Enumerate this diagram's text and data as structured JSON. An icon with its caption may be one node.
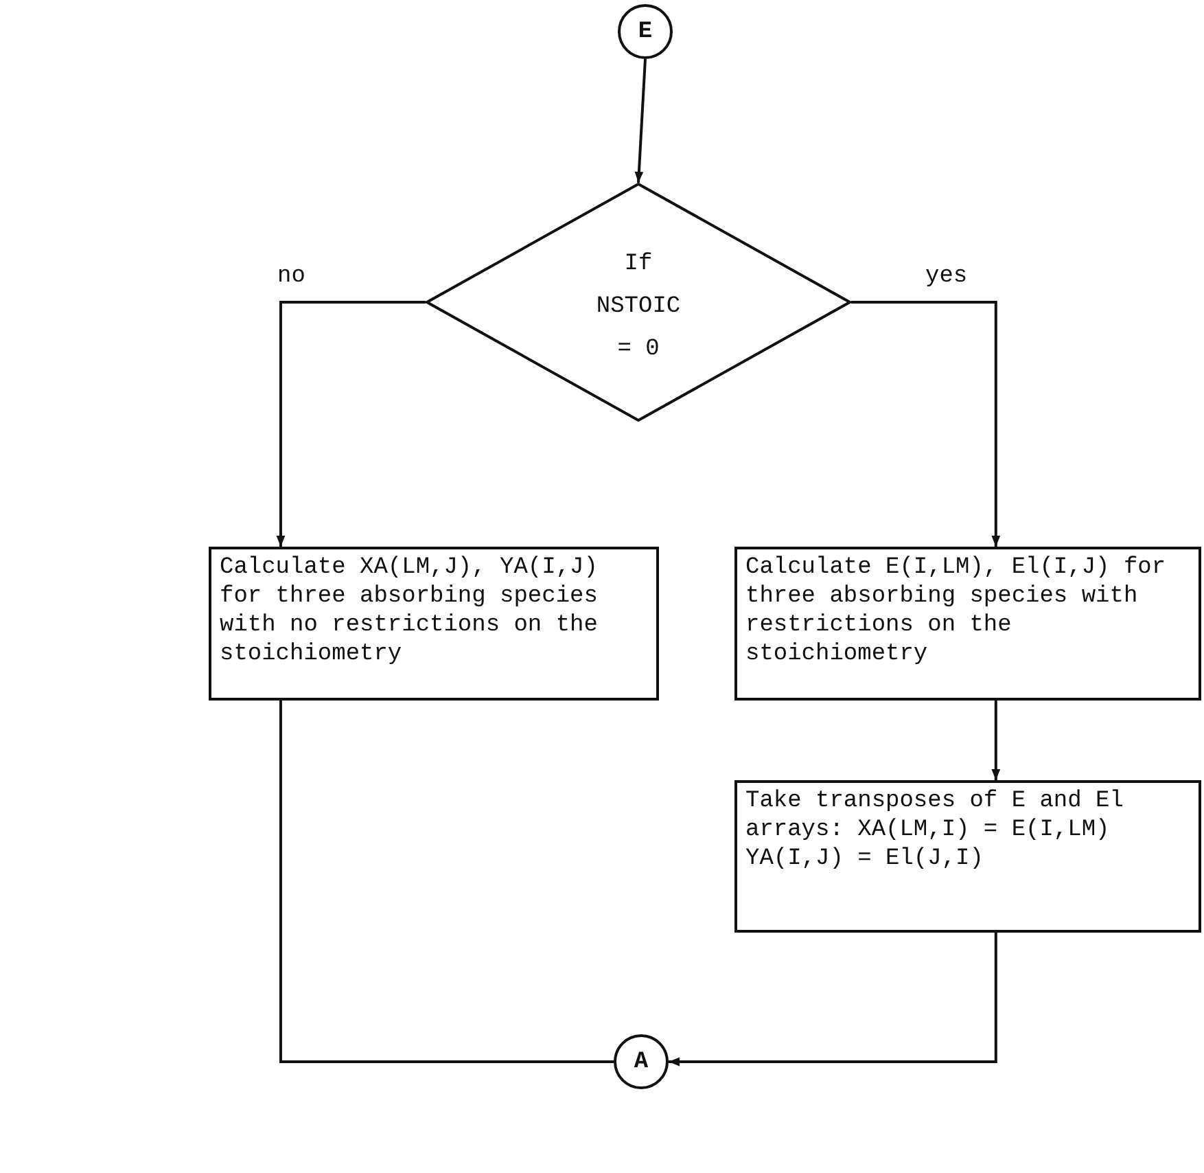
{
  "diagram": {
    "nodes": [
      {
        "text": [
          "E"
        ]
      },
      {
        "text": [
          "If NSTOIC = 0"
        ]
      },
      {
        "text": [
          "Calculate XA(LM,J), YA(I,J) for three absorbing species with no restrictions on the stoichiometry"
        ]
      },
      {
        "text": [
          "Calculate E(I,LM), El(I,J) for three absorbing species with restrictions on the stoichiometry"
        ]
      },
      {
        "text": [
          "Take transposes of E and El arrays: XA(LM,I) = E(I,LM) YA(I,J) = El(J,I)"
        ]
      },
      {
        "text": [
          "A"
        ]
      }
    ],
    "edges": [
      {
        "from": 0,
        "to": 1,
        "arrow": "to"
      },
      {
        "from": 1,
        "to": 2,
        "arrow": "to",
        "label": "no"
      },
      {
        "from": 1,
        "to": 3,
        "arrow": "to",
        "label": "yes"
      },
      {
        "from": 3,
        "to": 4,
        "arrow": "to"
      },
      {
        "from": 2,
        "to": 5,
        "arrow": "none"
      },
      {
        "from": 4,
        "to": 5,
        "arrow": "to"
      }
    ]
  }
}
